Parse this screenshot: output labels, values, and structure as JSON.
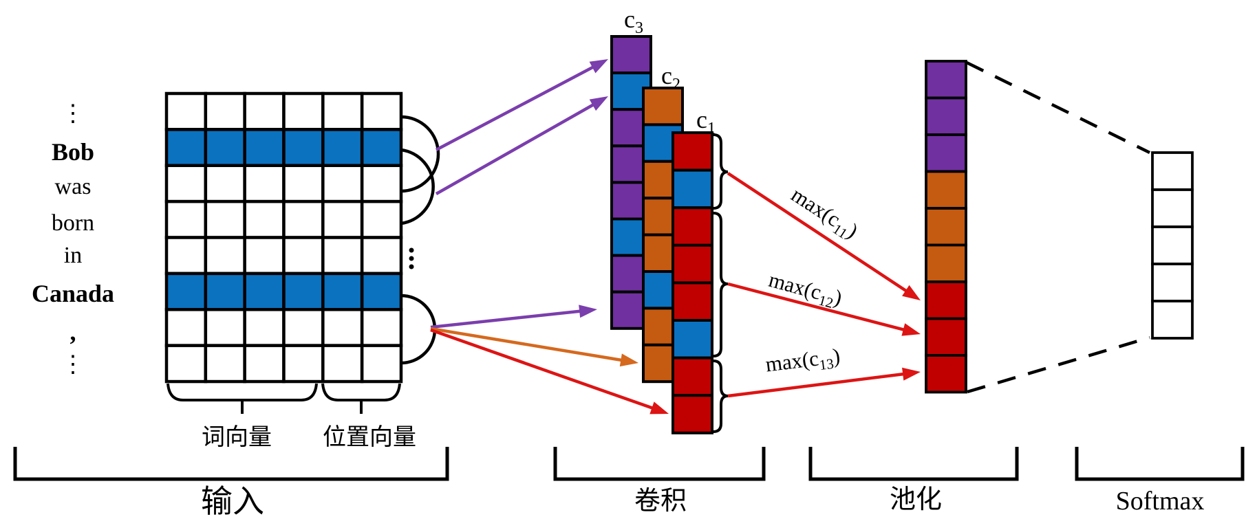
{
  "input": {
    "stage_label": "输入",
    "words": [
      {
        "text": "⋮",
        "bold": false
      },
      {
        "text": "Bob",
        "bold": true
      },
      {
        "text": "was",
        "bold": false
      },
      {
        "text": "born",
        "bold": false
      },
      {
        "text": "in",
        "bold": false
      },
      {
        "text": "Canada",
        "bold": true
      },
      {
        "text": ",",
        "bold": true
      },
      {
        "text": "⋮",
        "bold": false
      }
    ],
    "matrix": {
      "rows": 8,
      "cols": 6,
      "highlighted_rows": [
        1,
        5
      ]
    },
    "word_vector_label": "词向量",
    "position_vector_label": "位置向量"
  },
  "convolution": {
    "stage_label": "卷积",
    "feature_maps": [
      {
        "name": "c3",
        "base": "c",
        "sub": "3",
        "cells": [
          "purple",
          "blue",
          "purple",
          "purple",
          "purple",
          "blue",
          "purple",
          "purple"
        ]
      },
      {
        "name": "c2",
        "base": "c",
        "sub": "2",
        "cells": [
          "orange",
          "blue",
          "orange",
          "orange",
          "orange",
          "blue",
          "orange",
          "orange"
        ]
      },
      {
        "name": "c1",
        "base": "c",
        "sub": "1",
        "cells": [
          "red",
          "blue",
          "red",
          "red",
          "red",
          "blue",
          "red",
          "red"
        ]
      }
    ]
  },
  "pooling": {
    "stage_label": "池化",
    "cells": [
      "purple",
      "purple",
      "purple",
      "orange",
      "orange",
      "orange",
      "red",
      "red",
      "red"
    ],
    "max_labels": [
      {
        "prefix": "max(c",
        "sub": "11",
        "suffix": ")"
      },
      {
        "prefix": "max(c",
        "sub": "12",
        "suffix": ")"
      },
      {
        "prefix": "max(c",
        "sub": "13",
        "suffix": ")"
      }
    ]
  },
  "softmax": {
    "stage_label": "Softmax",
    "cells": 5
  },
  "colors": {
    "blue": "#0B72C0",
    "purple": "#7030A0",
    "orange": "#C55A11",
    "red": "#C00000",
    "arrow_purple": "#7B3EAD",
    "arrow_orange": "#D5691E",
    "arrow_red": "#DD1414",
    "black": "#000000"
  }
}
